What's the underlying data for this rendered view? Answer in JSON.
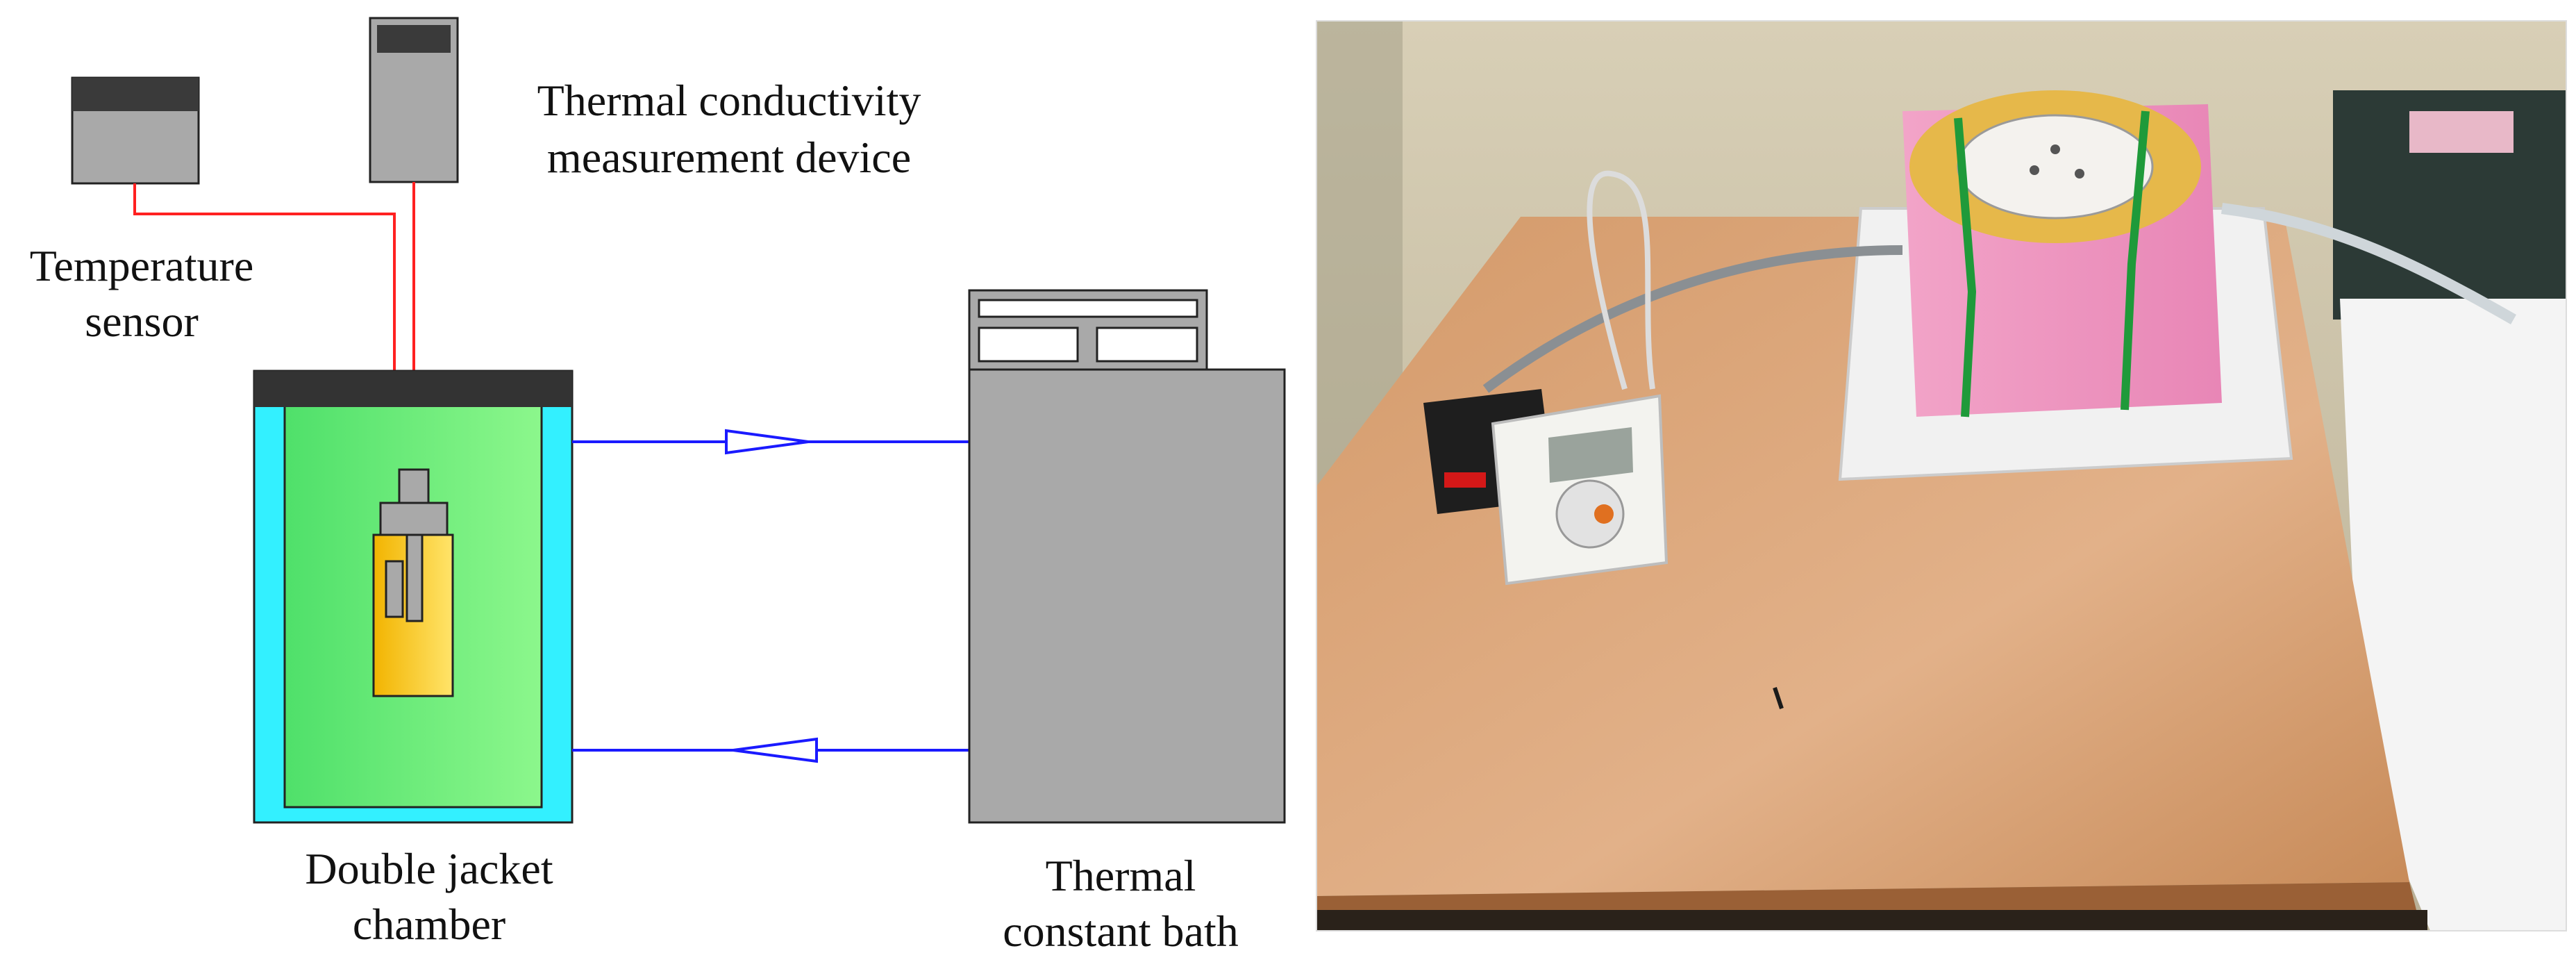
{
  "diagram": {
    "labels": {
      "device": [
        "Thermal conductivity",
        "measurement device"
      ],
      "sensor": [
        "Temperature",
        "sensor"
      ],
      "chamber": [
        "Double jacket",
        "chamber"
      ],
      "bath": [
        "Thermal",
        "constant bath"
      ]
    },
    "colors": {
      "device_gray": "#a9a9a9",
      "device_cap": "#3a3a3a",
      "lid": "#333333",
      "jacket": "#33f0ff",
      "fluid": "#6ff07a",
      "sample": "#f4c21c",
      "wire": "#ff2020",
      "pipe": "#1a1aff",
      "outline": "#222222"
    }
  },
  "photo": {
    "description_icon": "photo-of-apparatus"
  }
}
